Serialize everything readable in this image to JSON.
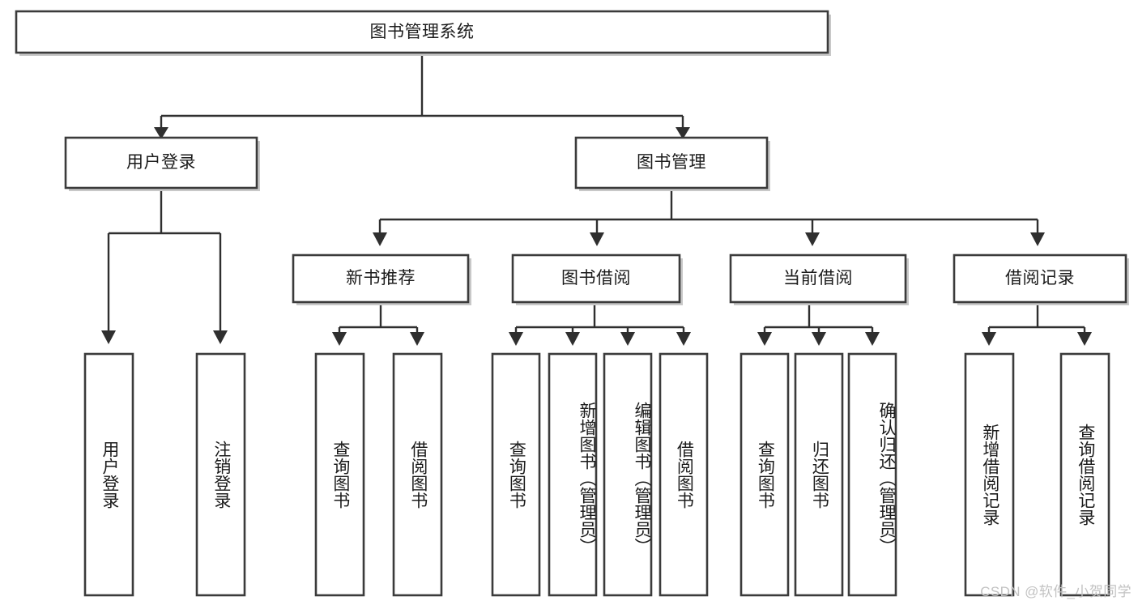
{
  "diagram": {
    "title": "图书管理系统",
    "type": "hierarchy-tree",
    "watermark": "CSDN @软件_小贺同学",
    "colors": {
      "box_border": "#3b3b3b",
      "box_fill": "#ffffff",
      "connector": "#2f2f2f",
      "text": "#1b1b1b",
      "watermark": "#c2c2c2",
      "background": "#ffffff"
    },
    "levels": [
      {
        "level": 1,
        "nodes": [
          {
            "id": "root",
            "label": "图书管理系统",
            "orientation": "horizontal"
          }
        ]
      },
      {
        "level": 2,
        "nodes": [
          {
            "id": "user-login",
            "label": "用户登录",
            "orientation": "horizontal",
            "parent": "root"
          },
          {
            "id": "book-manage",
            "label": "图书管理",
            "orientation": "horizontal",
            "parent": "root"
          }
        ]
      },
      {
        "level": 3,
        "nodes": [
          {
            "id": "new-book-rec",
            "label": "新书推荐",
            "orientation": "horizontal",
            "parent": "book-manage"
          },
          {
            "id": "book-borrow",
            "label": "图书借阅",
            "orientation": "horizontal",
            "parent": "book-manage"
          },
          {
            "id": "current-borrow",
            "label": "当前借阅",
            "orientation": "horizontal",
            "parent": "book-manage"
          },
          {
            "id": "borrow-record",
            "label": "借阅记录",
            "orientation": "horizontal",
            "parent": "book-manage"
          }
        ]
      },
      {
        "level": 4,
        "nodes": [
          {
            "id": "leaf-1",
            "label": "用户登录",
            "orientation": "vertical",
            "parent": "user-login"
          },
          {
            "id": "leaf-2",
            "label": "注销登录",
            "orientation": "vertical",
            "parent": "user-login"
          },
          {
            "id": "leaf-3",
            "label": "查询图书",
            "orientation": "vertical",
            "parent": "new-book-rec"
          },
          {
            "id": "leaf-4",
            "label": "借阅图书",
            "orientation": "vertical",
            "parent": "new-book-rec"
          },
          {
            "id": "leaf-5",
            "label": "查询图书",
            "orientation": "vertical",
            "parent": "book-borrow"
          },
          {
            "id": "leaf-6",
            "label": "新增图书（管理员）",
            "orientation": "vertical",
            "parent": "book-borrow"
          },
          {
            "id": "leaf-7",
            "label": "编辑图书（管理员）",
            "orientation": "vertical",
            "parent": "book-borrow"
          },
          {
            "id": "leaf-8",
            "label": "借阅图书",
            "orientation": "vertical",
            "parent": "book-borrow"
          },
          {
            "id": "leaf-9",
            "label": "查询图书",
            "orientation": "vertical",
            "parent": "current-borrow"
          },
          {
            "id": "leaf-10",
            "label": "归还图书",
            "orientation": "vertical",
            "parent": "current-borrow"
          },
          {
            "id": "leaf-11",
            "label": "确认归还（管理员）",
            "orientation": "vertical",
            "parent": "current-borrow"
          },
          {
            "id": "leaf-12",
            "label": "新增借阅记录",
            "orientation": "vertical",
            "parent": "borrow-record"
          },
          {
            "id": "leaf-13",
            "label": "查询借阅记录",
            "orientation": "vertical",
            "parent": "borrow-record"
          }
        ]
      }
    ]
  }
}
